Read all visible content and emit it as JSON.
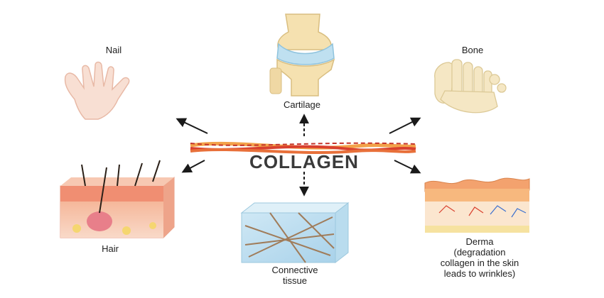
{
  "center": {
    "title": "COLLAGEN"
  },
  "nodes": {
    "nail": {
      "label": "Nail"
    },
    "cartilage": {
      "label": "Cartilage"
    },
    "bone": {
      "label": "Bone"
    },
    "hair": {
      "label": "Hair"
    },
    "connective": {
      "label_line1": "Connective",
      "label_line2": "tissue"
    },
    "derma": {
      "label_line1": "Derma",
      "label_line2": "(degradation",
      "label_line3": "collagen in the skin",
      "label_line4": "leads to wrinkles)"
    }
  },
  "colors": {
    "arrow": "#1a1a1a",
    "fiber_red": "#d9402e",
    "fiber_orange": "#f3a24a",
    "skin": "#f6cdb8",
    "bone": "#f5e7c4",
    "cartilage": "#bfe0f0"
  }
}
